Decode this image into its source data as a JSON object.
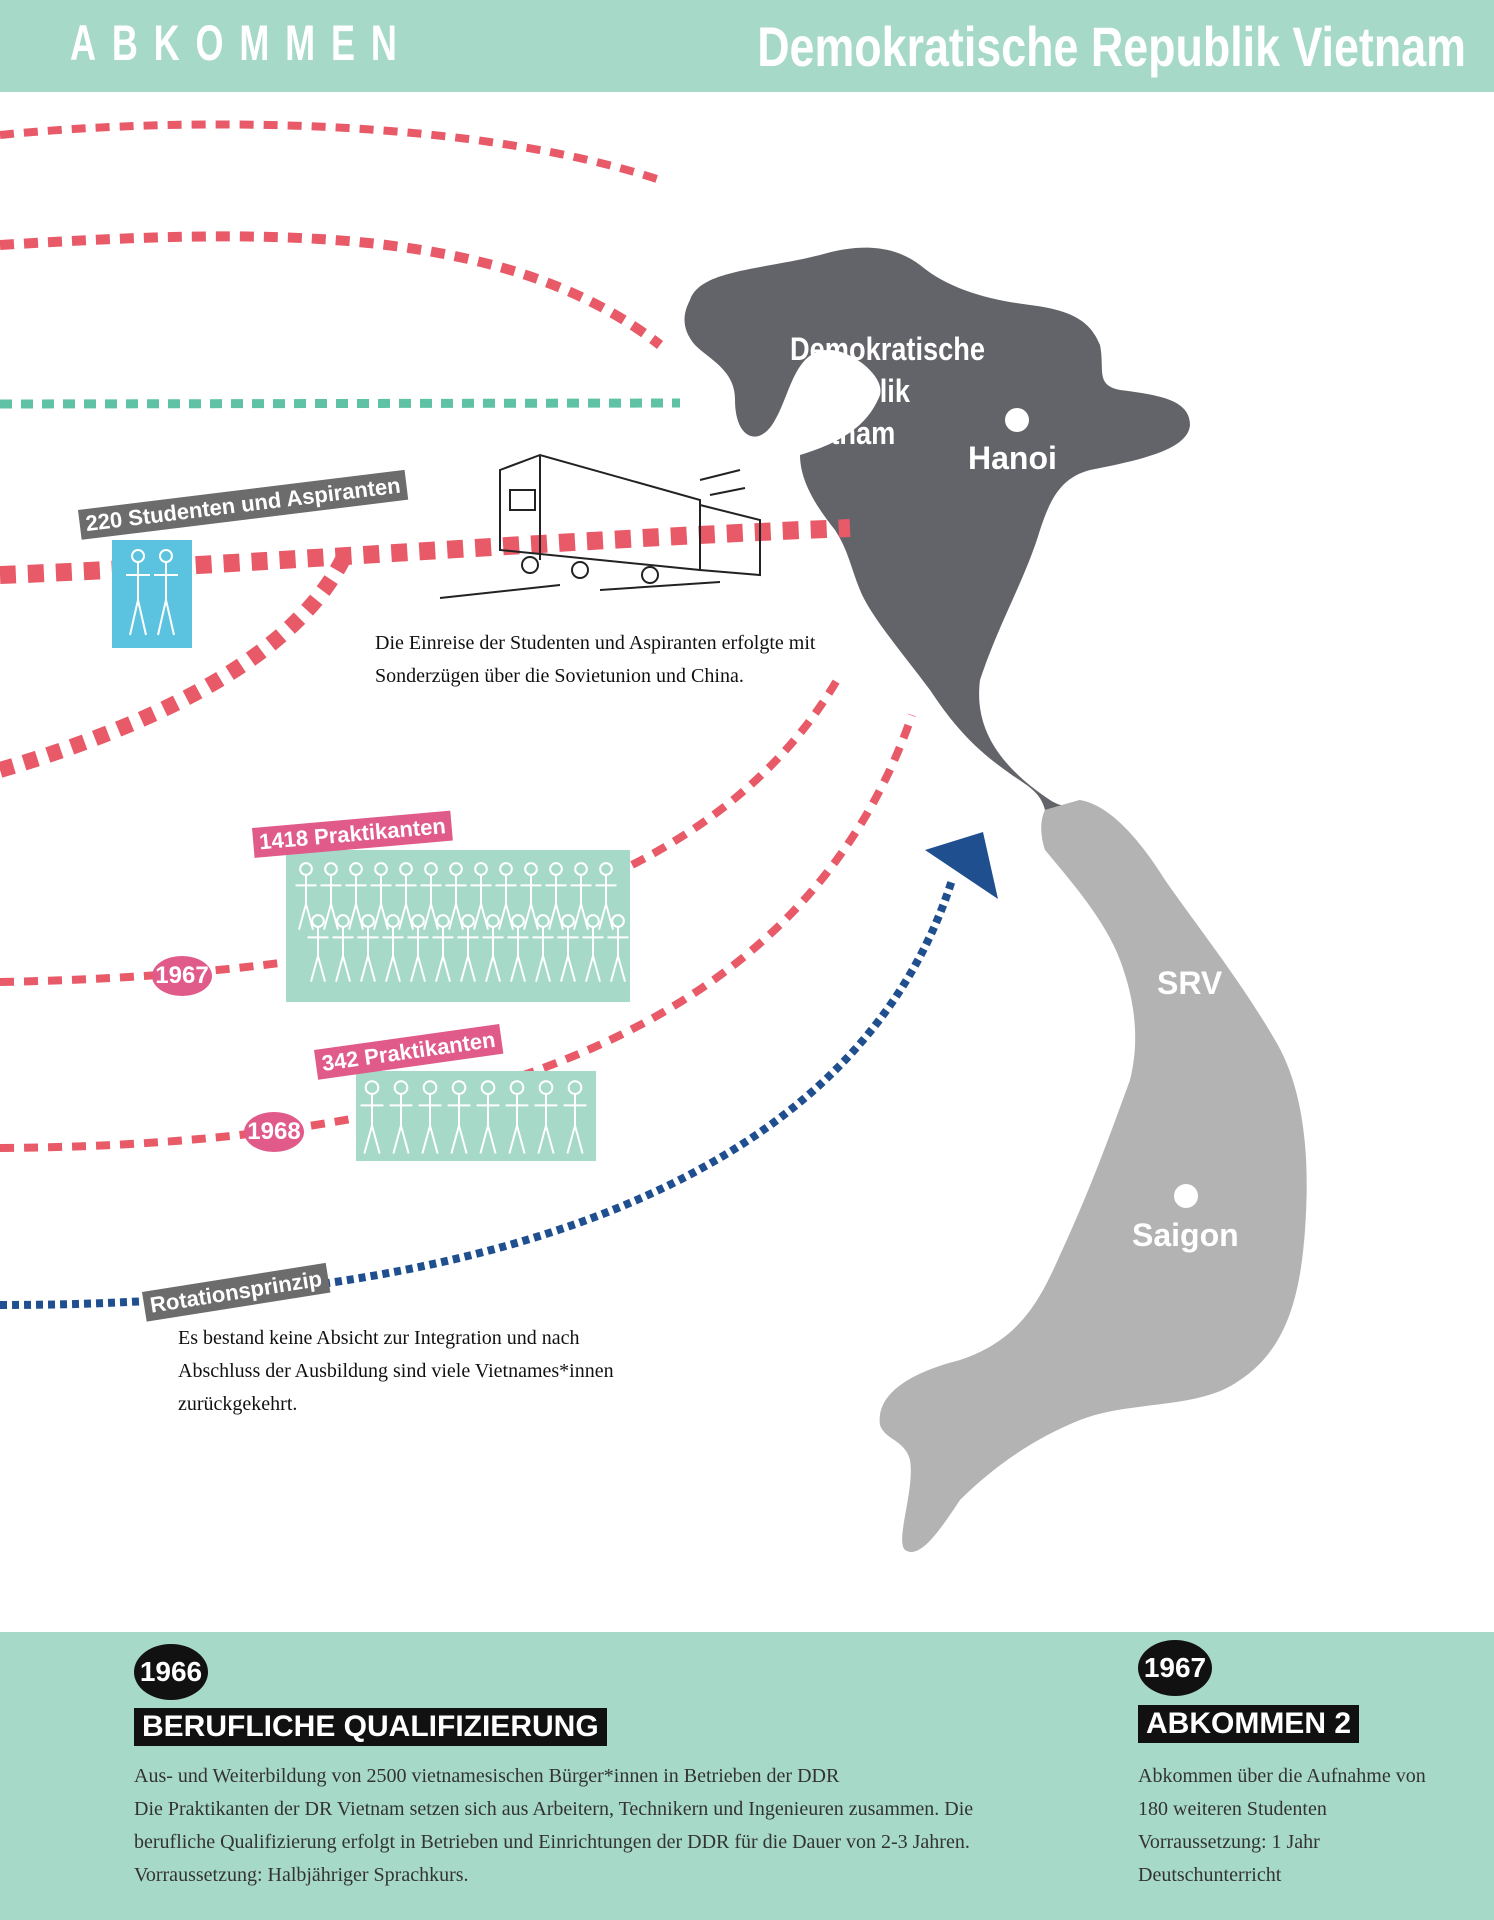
{
  "header": {
    "left_title": "ABKOMMEN",
    "right_title": "Demokratische Republik Vietnam"
  },
  "colors": {
    "header_bg": "#a6d9c8",
    "dash_red": "#e85a68",
    "dash_green": "#5fc2a4",
    "dash_blue": "#1f4f8f",
    "map_north": "#636469",
    "map_south": "#b3b3b3",
    "tag_gray": "#6c6c6c",
    "tag_pink": "#e05a8a"
  },
  "map": {
    "north_label_lines": [
      "Demokratische",
      "Republik",
      "Vietnam"
    ],
    "capital": "Hanoi",
    "south_label": "SRV",
    "south_city": "Saigon"
  },
  "groups": {
    "students": {
      "label": "220 Studenten und Aspiranten",
      "note": "Die Einreise der Studenten und Aspiranten erfolgte mit Sonderzügen über die Sovietunion und China."
    },
    "trainees_1967": {
      "label": "1418 Praktikanten",
      "year": "1967"
    },
    "trainees_1968": {
      "label": "342 Praktikanten",
      "year": "1968"
    },
    "rotation": {
      "label": "Rotationsprinzip",
      "note": "Es bestand keine Absicht zur Integration und nach Abschluss der Ausbildung sind viele Vietnames*innen zurückgekehrt."
    }
  },
  "bottom": {
    "left": {
      "year": "1966",
      "title": "BERUFLICHE QUALIFIZIERUNG",
      "line1": "Aus- und Weiterbildung von 2500 vietnamesischen Bürger*innen in Betrieben der DDR",
      "line2": "Die Praktikanten der DR Vietnam setzen sich aus Arbeitern, Technikern und Ingenieuren zusammen. Die berufliche Qualifizierung erfolgt in Betrieben und Einrichtungen der DDR für die Dauer von 2-3 Jahren. Vorraussetzung: Halbjähriger Sprachkurs."
    },
    "right": {
      "year": "1967",
      "title": "ABKOMMEN 2",
      "text": "Abkommen über die Aufnahme von 180 weiteren Studenten Vorraussetzung: 1 Jahr Deutschunterricht"
    }
  }
}
